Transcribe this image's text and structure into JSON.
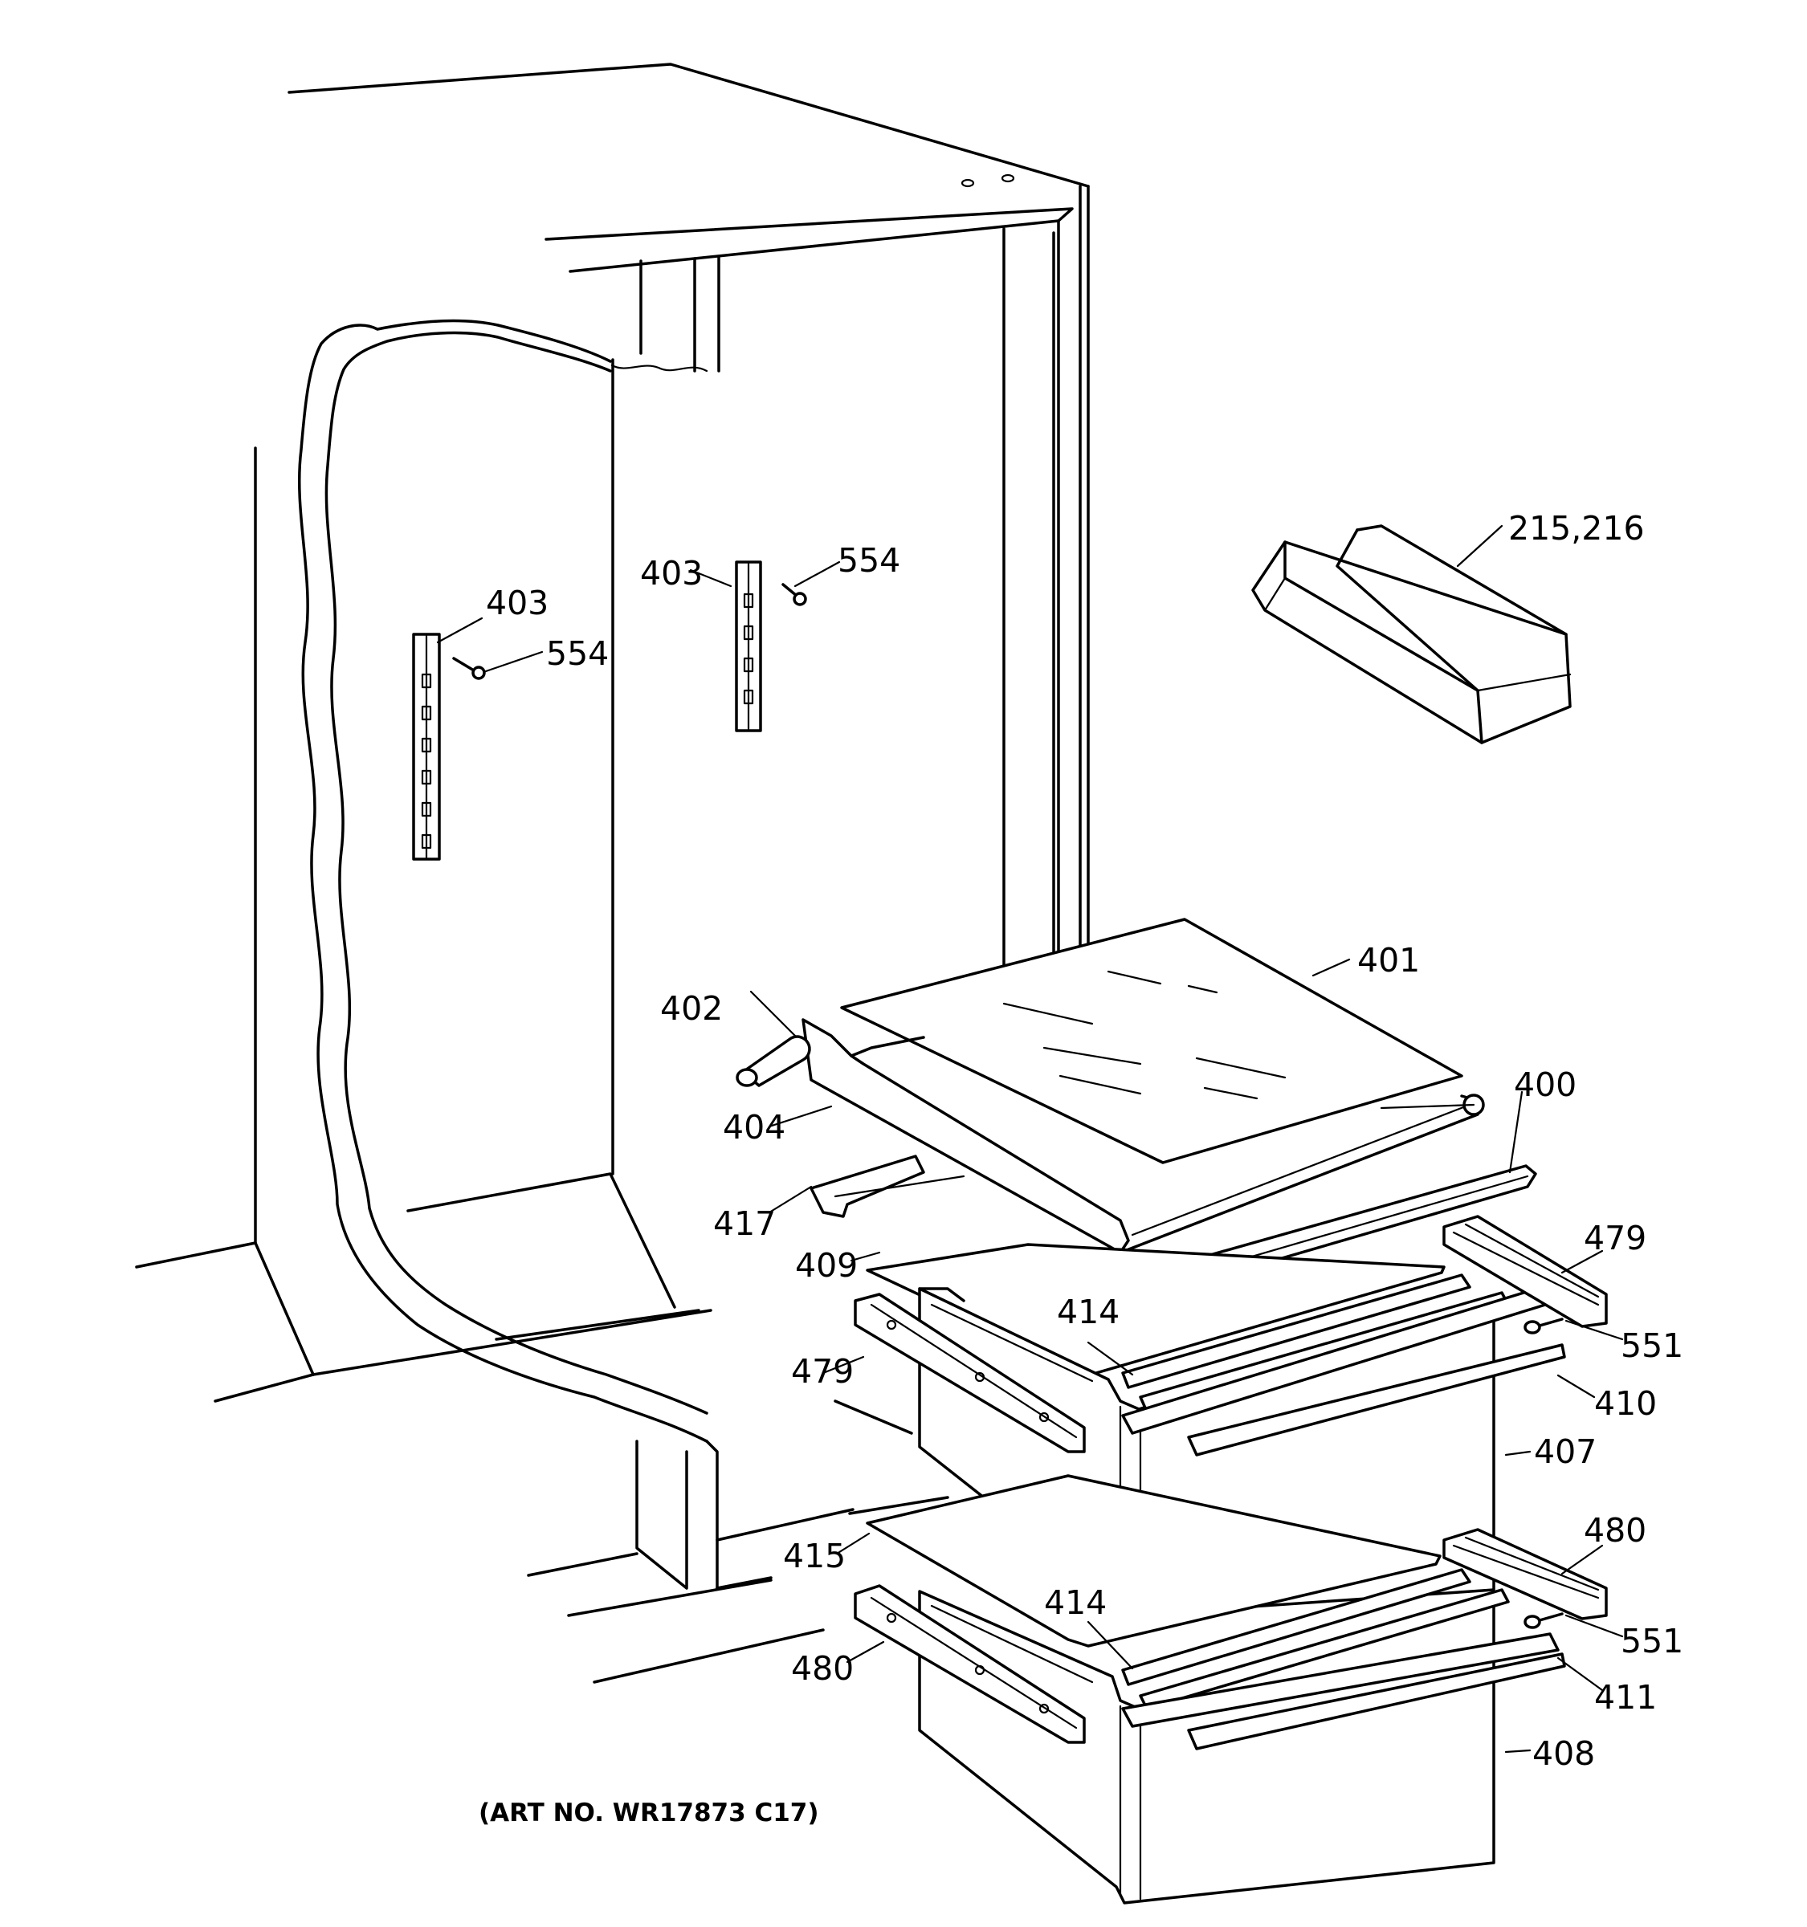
{
  "diagram": {
    "art_number": "(ART NO. WR17873 C17)",
    "callouts": [
      {
        "id": "c-215-216",
        "text": "215,216"
      },
      {
        "id": "c-554-a",
        "text": "554"
      },
      {
        "id": "c-403-a",
        "text": "403"
      },
      {
        "id": "c-403-b",
        "text": "403"
      },
      {
        "id": "c-554-b",
        "text": "554"
      },
      {
        "id": "c-401",
        "text": "401"
      },
      {
        "id": "c-402",
        "text": "402"
      },
      {
        "id": "c-400",
        "text": "400"
      },
      {
        "id": "c-404",
        "text": "404"
      },
      {
        "id": "c-417",
        "text": "417"
      },
      {
        "id": "c-409",
        "text": "409"
      },
      {
        "id": "c-479-a",
        "text": "479"
      },
      {
        "id": "c-414-a",
        "text": "414"
      },
      {
        "id": "c-551-a",
        "text": "551"
      },
      {
        "id": "c-479-b",
        "text": "479"
      },
      {
        "id": "c-410",
        "text": "410"
      },
      {
        "id": "c-407",
        "text": "407"
      },
      {
        "id": "c-480-a",
        "text": "480"
      },
      {
        "id": "c-415",
        "text": "415"
      },
      {
        "id": "c-414-b",
        "text": "414"
      },
      {
        "id": "c-551-b",
        "text": "551"
      },
      {
        "id": "c-480-b",
        "text": "480"
      },
      {
        "id": "c-411",
        "text": "411"
      },
      {
        "id": "c-408",
        "text": "408"
      }
    ]
  }
}
